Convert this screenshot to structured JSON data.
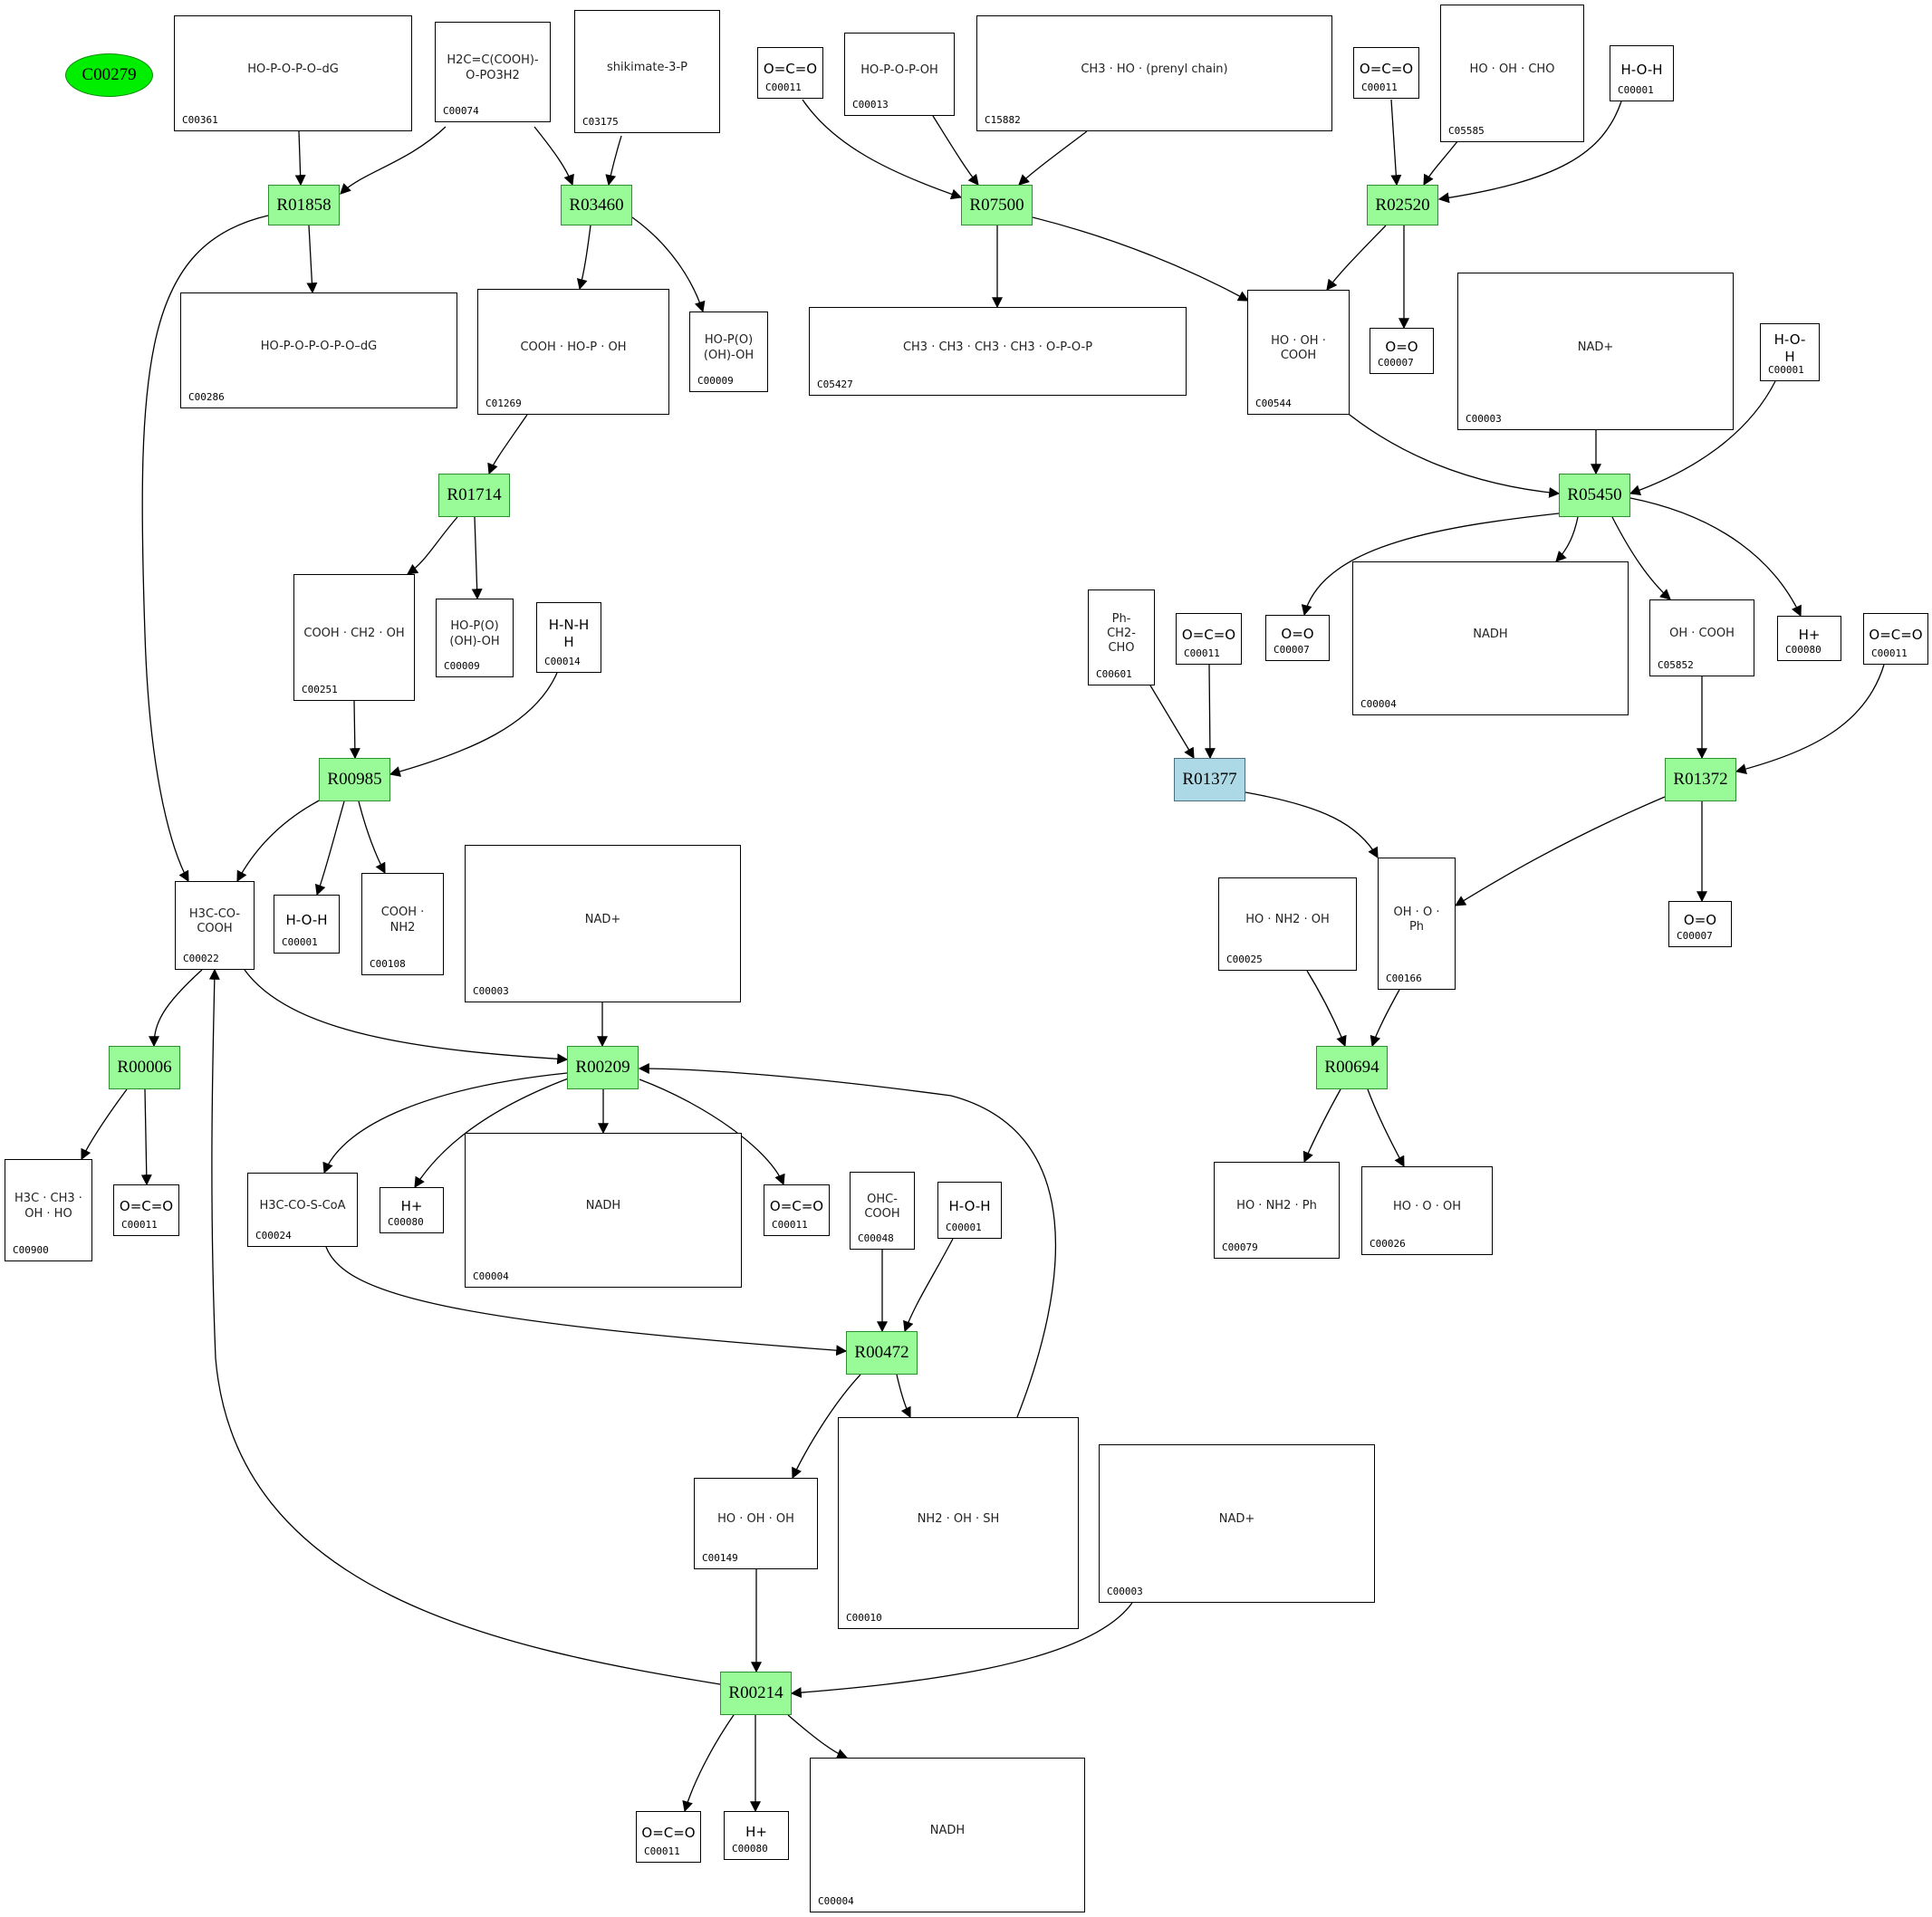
{
  "colors": {
    "reaction_fill": "#98fb98",
    "reaction_alt_fill": "#add8e6",
    "focus_compound_fill": "#00ee00",
    "edge": "#000000"
  },
  "focus_compound": "C00279",
  "reactions": [
    {
      "id": "R01858"
    },
    {
      "id": "R03460"
    },
    {
      "id": "R07500"
    },
    {
      "id": "R02520"
    },
    {
      "id": "R01714"
    },
    {
      "id": "R05450"
    },
    {
      "id": "R00985"
    },
    {
      "id": "R01377"
    },
    {
      "id": "R01372"
    },
    {
      "id": "R00006"
    },
    {
      "id": "R00209"
    },
    {
      "id": "R00694"
    },
    {
      "id": "R00472"
    },
    {
      "id": "R00214"
    }
  ],
  "compounds": [
    {
      "id": "C00361",
      "label": "HO-P-O-P-O–dG"
    },
    {
      "id": "C00074",
      "label": "H2C=C(COOH)-O-PO3H2"
    },
    {
      "id": "C03175",
      "label": "shikimate-3-P"
    },
    {
      "id": "C00011",
      "label": "O=C=O"
    },
    {
      "id": "C00013",
      "label": "HO-P-O-P-OH"
    },
    {
      "id": "C15882",
      "label": "CH3 · HO · (prenyl chain)"
    },
    {
      "id": "C00011",
      "label": "O=C=O"
    },
    {
      "id": "C05585",
      "label": "HO · OH · CHO"
    },
    {
      "id": "C00001",
      "label": "H-O-H"
    },
    {
      "id": "C00286",
      "label": "HO-P-O-P-O-P-O–dG"
    },
    {
      "id": "C01269",
      "label": "COOH · HO-P · OH"
    },
    {
      "id": "C00009",
      "label": "HO-P(O)(OH)-OH"
    },
    {
      "id": "C05427",
      "label": "CH3 · CH3 · CH3 · CH3 · O-P-O-P"
    },
    {
      "id": "C00544",
      "label": "HO · OH · COOH"
    },
    {
      "id": "C00007",
      "label": "O=O"
    },
    {
      "id": "C00003",
      "label": "NAD+"
    },
    {
      "id": "C00001",
      "label": "H-O-H"
    },
    {
      "id": "C00251",
      "label": "COOH · CH2 · OH"
    },
    {
      "id": "C00009",
      "label": "HO-P(O)(OH)-OH"
    },
    {
      "id": "C00014",
      "label": "H-N-H\nH"
    },
    {
      "id": "C00007",
      "label": "O=O"
    },
    {
      "id": "C00004",
      "label": "NADH"
    },
    {
      "id": "C05852",
      "label": "OH · COOH"
    },
    {
      "id": "C00080",
      "label": "H+"
    },
    {
      "id": "C00011",
      "label": "O=C=O"
    },
    {
      "id": "C00601",
      "label": "Ph-CH2-CHO"
    },
    {
      "id": "C00011",
      "label": "O=C=O"
    },
    {
      "id": "C00022",
      "label": "H3C-CO-COOH"
    },
    {
      "id": "C00001",
      "label": "H-O-H"
    },
    {
      "id": "C00108",
      "label": "COOH · NH2"
    },
    {
      "id": "C00003",
      "label": "NAD+"
    },
    {
      "id": "C00025",
      "label": "HO · NH2 · OH"
    },
    {
      "id": "C00166",
      "label": "OH · O · Ph"
    },
    {
      "id": "C00007",
      "label": "O=O"
    },
    {
      "id": "C00900",
      "label": "H3C · CH3 · OH · HO"
    },
    {
      "id": "C00011",
      "label": "O=C=O"
    },
    {
      "id": "C00024",
      "label": "H3C-CO-S-CoA"
    },
    {
      "id": "C00080",
      "label": "H+"
    },
    {
      "id": "C00004",
      "label": "NADH"
    },
    {
      "id": "C00011",
      "label": "O=C=O"
    },
    {
      "id": "C00048",
      "label": "OHC-COOH"
    },
    {
      "id": "C00001",
      "label": "H-O-H"
    },
    {
      "id": "C00079",
      "label": "HO · NH2 · Ph"
    },
    {
      "id": "C00026",
      "label": "HO · O · OH"
    },
    {
      "id": "C00149",
      "label": "HO · OH · OH"
    },
    {
      "id": "C00010",
      "label": "NH2 · OH · SH"
    },
    {
      "id": "C00003",
      "label": "NAD+"
    },
    {
      "id": "C00011",
      "label": "O=C=O"
    },
    {
      "id": "C00080",
      "label": "H+"
    },
    {
      "id": "C00004",
      "label": "NADH"
    }
  ]
}
